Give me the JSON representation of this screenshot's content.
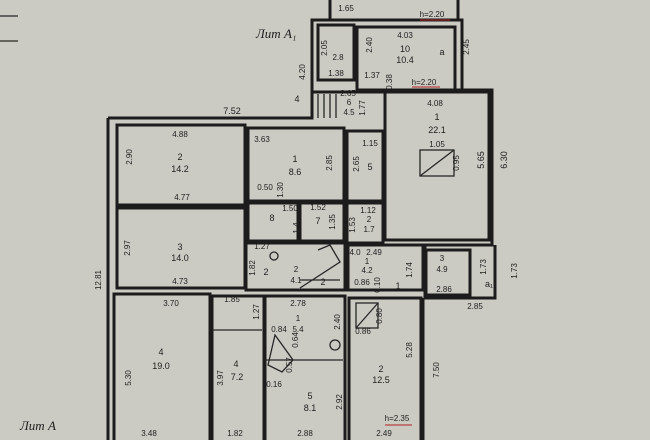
{
  "title_annex": "Лит А₁",
  "title_main": "Лит А",
  "labels": [
    "1.65",
    "h=2.20",
    "4.20",
    "2.05",
    "2.8",
    "1.38",
    "4.03",
    "2.40",
    "10",
    "10.4",
    "a",
    "h=2.20",
    "2.45",
    "1.37",
    "0.38",
    "2.65",
    "6",
    "4.5",
    "1.77",
    "4",
    "4.08",
    "1",
    "22.1",
    "7.52",
    "4.88",
    "2",
    "14.2",
    "2.90",
    "4.77",
    "3.63",
    "1",
    "8.6",
    "2.85",
    "0.50",
    "1.30",
    "1.15",
    "2.65",
    "5",
    "1.05",
    "0.95",
    "5.65",
    "6.30",
    "2.97",
    "3",
    "14.0",
    "4.73",
    "8",
    "1.50",
    "1.52",
    "7",
    "1.35",
    "1.4",
    "1.12",
    "2",
    "1.7",
    "1.53",
    "1.27",
    "1.82",
    "2",
    "2",
    "4.1",
    "2",
    "4.0",
    "2.49",
    "1",
    "4.2",
    "0.86",
    "0.10",
    "1.74",
    "1",
    "3",
    "4.9",
    "2.86",
    "1.73",
    "a₁",
    "1.73",
    "2.85",
    "12.81",
    "3.70",
    "1.85",
    "1.27",
    "2.78",
    "1",
    "5.4",
    "2.40",
    "0.84",
    "0.64",
    "0.57",
    "0.16",
    "5.30",
    "4",
    "19.0",
    "3.97",
    "4",
    "7.2",
    "5",
    "8.1",
    "2.92",
    "0.86",
    "0.80",
    "2",
    "12.5",
    "5.28",
    "7.50",
    "h=2.35",
    "2.49",
    "3.48",
    "1.82",
    "2.88"
  ]
}
